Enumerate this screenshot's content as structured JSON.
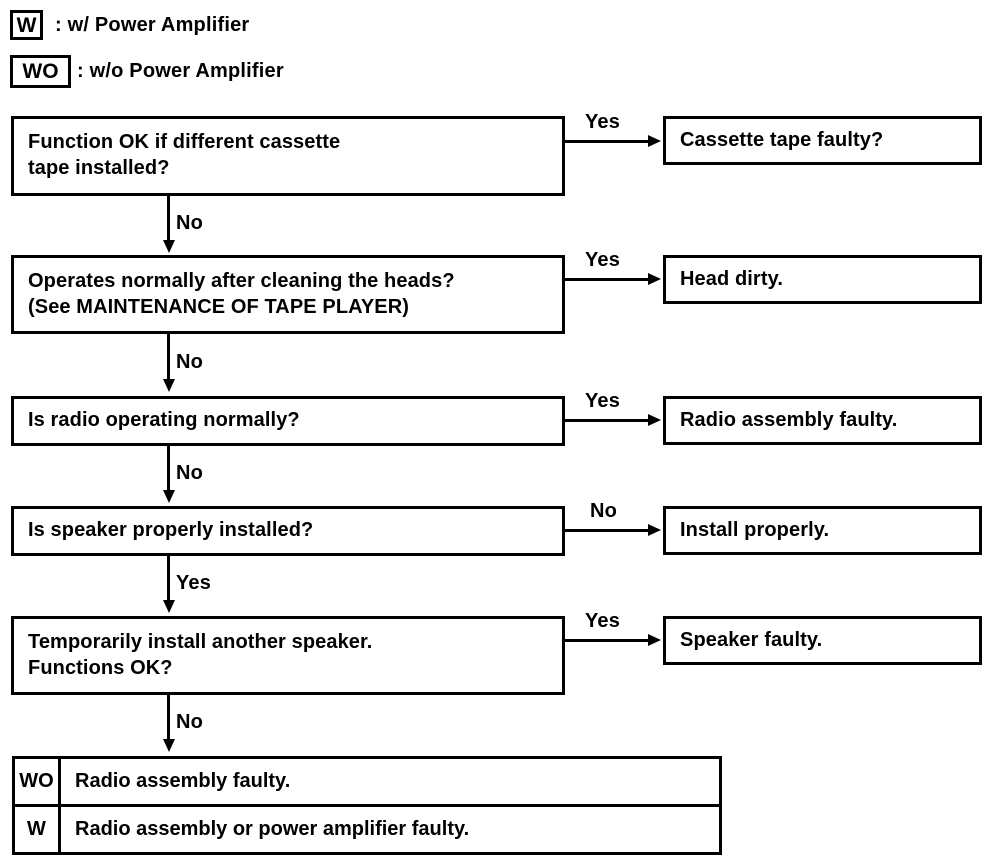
{
  "legend": [
    {
      "key": "W",
      "text": ": w/ Power Amplifier"
    },
    {
      "key": "WO",
      "text": ": w/o Power Amplifier"
    }
  ],
  "steps": [
    {
      "lines": [
        "Function OK if different cassette",
        "tape installed?"
      ],
      "branch_label": "Yes",
      "result": "Cassette tape faulty?",
      "next_label": "No"
    },
    {
      "lines": [
        "Operates normally after cleaning the heads?",
        "(See MAINTENANCE OF TAPE PLAYER)"
      ],
      "branch_label": "Yes",
      "result": "Head dirty.",
      "next_label": "No"
    },
    {
      "lines": [
        "Is radio operating normally?"
      ],
      "branch_label": "Yes",
      "result": "Radio assembly faulty.",
      "next_label": "No"
    },
    {
      "lines": [
        "Is speaker properly installed?"
      ],
      "branch_label": "No",
      "result": "Install properly.",
      "next_label": "Yes"
    },
    {
      "lines": [
        "Temporarily install another speaker.",
        "Functions OK?"
      ],
      "branch_label": "Yes",
      "result": "Speaker faulty.",
      "next_label": "No"
    }
  ],
  "final_table": [
    {
      "key": "WO",
      "value": "Radio assembly faulty."
    },
    {
      "key": "W",
      "value": "Radio assembly or power amplifier faulty."
    }
  ],
  "colors": {
    "ink": "#000000",
    "paper": "#ffffff"
  }
}
